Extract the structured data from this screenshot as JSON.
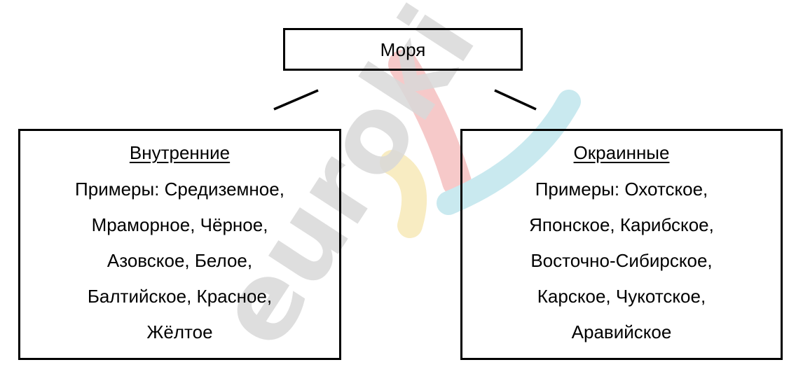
{
  "diagram": {
    "root": {
      "label": "Моря"
    },
    "children": [
      {
        "title": "Внутренние",
        "lines": [
          "Примеры: Средиземное,",
          "Мраморное, Чёрное,",
          "Азовское, Белое,",
          "Балтийское, Красное,",
          "Жёлтое"
        ]
      },
      {
        "title": "Окраинные",
        "lines": [
          "Примеры: Охотское,",
          "Японское, Карибское,",
          "Восточно-Сибирское,",
          "Карское, Чукотское,",
          "Аравийское"
        ]
      }
    ]
  },
  "watermark": {
    "text": "euroki",
    "colors": {
      "letters": "#d9d9d9",
      "red": "#f6c9c9",
      "yellow": "#f8ecc2",
      "blue": "#c9e9ef"
    }
  }
}
